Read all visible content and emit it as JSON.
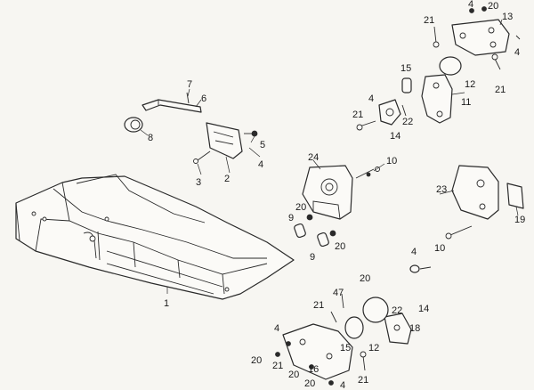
{
  "callouts": {
    "c1": "1",
    "c2": "2",
    "c3": "3",
    "c4a": "4",
    "c5": "5",
    "c6": "6",
    "c7": "7",
    "c8": "8",
    "c24": "24",
    "c10a": "10",
    "c9a": "9",
    "c20a": "20",
    "c9b": "9",
    "c20b": "20",
    "c4b": "4",
    "c20c": "20",
    "c13": "13",
    "c21a": "21",
    "c4c": "4",
    "c15a": "15",
    "c12a": "12",
    "c21b": "21",
    "c4d": "4",
    "c21c": "21",
    "c22a": "22",
    "c14a": "14",
    "c11": "11",
    "c23": "23",
    "c19": "19",
    "c10b": "10",
    "c4e": "4",
    "c47": "47",
    "c20d": "20",
    "c22b": "22",
    "c14b": "14",
    "c21d": "21",
    "c18": "18",
    "c4f": "4",
    "c15b": "15",
    "c12b": "12",
    "c20e": "20",
    "c21e": "21",
    "c20f": "20",
    "c16": "16",
    "c21f": "21",
    "c20g": "20",
    "c4g": "4"
  }
}
